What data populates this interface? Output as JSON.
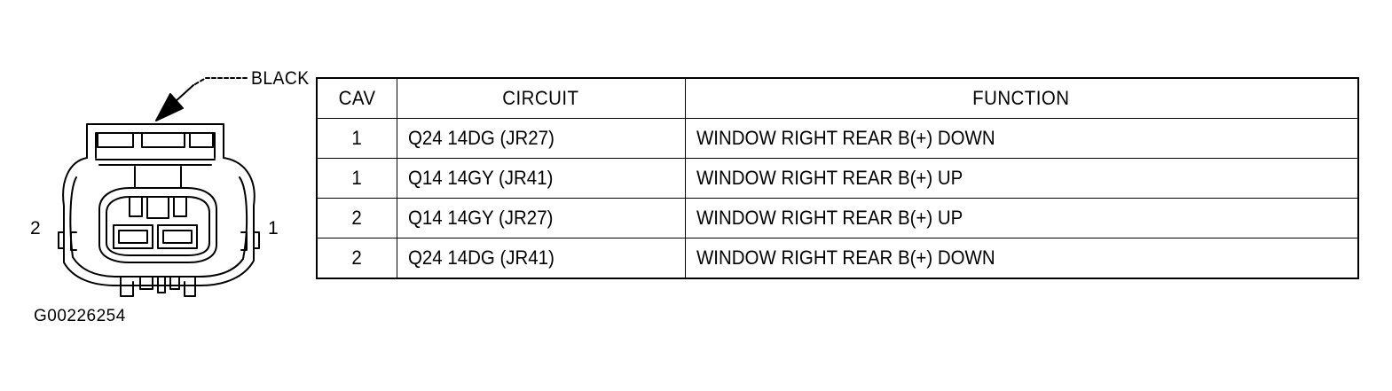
{
  "connector": {
    "color_label": "BLACK",
    "pin_left": "2",
    "pin_right": "1",
    "figure_id": "G00226254"
  },
  "table": {
    "headers": {
      "cav": "CAV",
      "circuit": "CIRCUIT",
      "function": "FUNCTION"
    },
    "rows": [
      {
        "cav": "1",
        "circuit": "Q24 14DG (JR27)",
        "function": "WINDOW RIGHT REAR B(+) DOWN"
      },
      {
        "cav": "1",
        "circuit": "Q14 14GY (JR41)",
        "function": "WINDOW RIGHT REAR B(+) UP"
      },
      {
        "cav": "2",
        "circuit": "Q14 14GY (JR27)",
        "function": "WINDOW RIGHT REAR B(+) UP"
      },
      {
        "cav": "2",
        "circuit": "Q24 14DG (JR41)",
        "function": "WINDOW RIGHT REAR B(+) DOWN"
      }
    ]
  }
}
